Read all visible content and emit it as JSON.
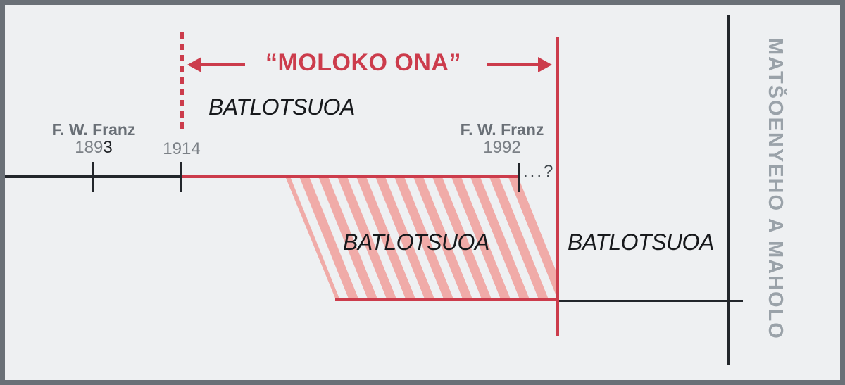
{
  "colors": {
    "accent_red": "#cc3c4c",
    "hatch_pink": "#f0aba8",
    "background": "#eef0f2",
    "frame_gray": "#6a7077",
    "event_text_gray": "#696f76",
    "side_label_gray": "#9aa2a9",
    "line_black": "#22262b"
  },
  "era": {
    "title": "“MOLOKO ONA”"
  },
  "periods": {
    "before": "BATLOTSUOA",
    "during": "BATLOTSUOA",
    "after": "BATLOTSUOA"
  },
  "events": {
    "franz_1893": {
      "name": "F. W. Franz",
      "year_gray": "189",
      "year_dark": "3"
    },
    "year_1914": "1914",
    "franz_1992": {
      "name": "F. W. Franz",
      "year": "1992"
    },
    "uncertainty": "...?"
  },
  "side_label": "MATŠOENYEHO A MAHOLO"
}
